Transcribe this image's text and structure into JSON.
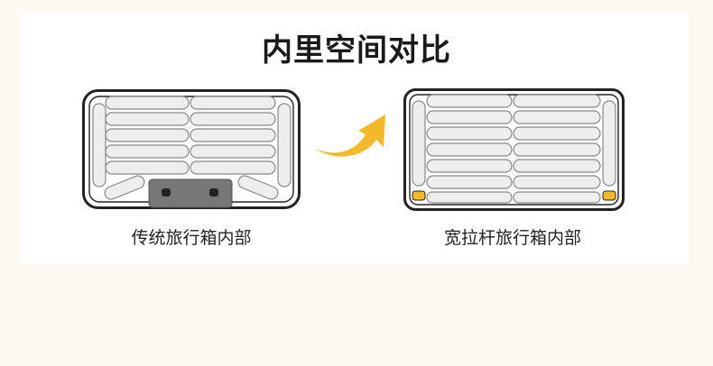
{
  "title": "内里空间对比",
  "traditional": {
    "label": "传统旅行箱内部"
  },
  "trolley": {
    "label": "宽拉杆旅行箱内部"
  },
  "colors": {
    "background": "#fcfaf2",
    "panel": "#ffffff",
    "outline": "#222222",
    "pad_fill": "#eeeeee",
    "handle_fill": "#777777",
    "accent_yellow": "#f2b92a"
  },
  "icons": {
    "arrow": "curved-arrow-icon",
    "traditional_case": "traditional-suitcase-icon",
    "trolley_case": "trolley-suitcase-icon"
  }
}
